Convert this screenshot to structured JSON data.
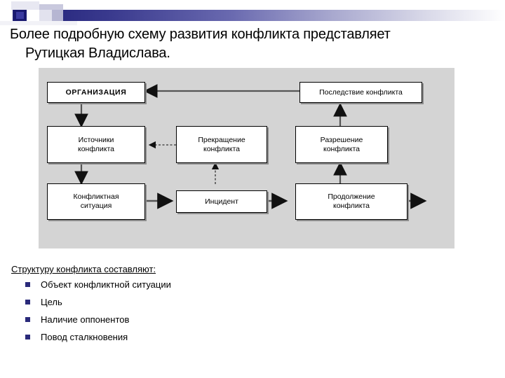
{
  "slide": {
    "title_line1": "Более подробную схему развития конфликта представляет",
    "title_line2": "Рутицкая Владислава."
  },
  "decor": {
    "gradient_from": "#1c1c6e",
    "gradient_to": "#ffffff",
    "accent_square": "#191970"
  },
  "diagram": {
    "background": "#d4d4d4",
    "node_fill": "#ffffff",
    "node_border": "#000000",
    "nodes": [
      {
        "id": "organizaciya",
        "label": "ОРГАНИЗАЦИЯ"
      },
      {
        "id": "posledstvie",
        "label": "Последствие конфликта"
      },
      {
        "id": "istochniki",
        "label": "Источники\nконфликта"
      },
      {
        "id": "istochniki_l1",
        "label": "Источники"
      },
      {
        "id": "istochniki_l2",
        "label": "конфликта"
      },
      {
        "id": "prekrashchenie_l1",
        "label": "Прекращение"
      },
      {
        "id": "prekrashchenie_l2",
        "label": "конфликта"
      },
      {
        "id": "razreshenie_l1",
        "label": "Разрешение"
      },
      {
        "id": "razreshenie_l2",
        "label": "конфликта"
      },
      {
        "id": "konfliktnaya_l1",
        "label": "Конфликтная"
      },
      {
        "id": "konfliktnaya_l2",
        "label": "ситуация"
      },
      {
        "id": "incident",
        "label": "Инцидент"
      },
      {
        "id": "prodolzhenie_l1",
        "label": "Продолжение"
      },
      {
        "id": "prodolzhenie_l2",
        "label": "конфликта"
      }
    ],
    "edges": [
      {
        "from": "posledstvie",
        "to": "organizaciya",
        "style": "solid",
        "direction": "left"
      },
      {
        "from": "organizaciya",
        "to": "istochniki",
        "style": "solid",
        "direction": "down"
      },
      {
        "from": "istochniki",
        "to": "konfliktnaya",
        "style": "solid",
        "direction": "down"
      },
      {
        "from": "prekrashchenie",
        "to": "istochniki",
        "style": "dashed",
        "direction": "left"
      },
      {
        "from": "incident",
        "to": "prekrashchenie",
        "style": "dashed",
        "direction": "up"
      },
      {
        "from": "konfliktnaya",
        "to": "incident",
        "style": "solid",
        "direction": "right"
      },
      {
        "from": "incident",
        "to": "prodolzhenie",
        "style": "solid",
        "direction": "right"
      },
      {
        "from": "prodolzhenie",
        "to": "razreshenie",
        "style": "solid",
        "direction": "up"
      },
      {
        "from": "razreshenie",
        "to": "posledstvie",
        "style": "solid",
        "direction": "up"
      },
      {
        "from": "prodolzhenie",
        "to": "outside",
        "style": "solid",
        "direction": "right"
      }
    ]
  },
  "structure": {
    "heading": "Структуру конфликта составляют:",
    "items": [
      "Объект конфликтной ситуации",
      "Цель",
      "Наличие оппонентов",
      "Повод сталкновения"
    ]
  }
}
